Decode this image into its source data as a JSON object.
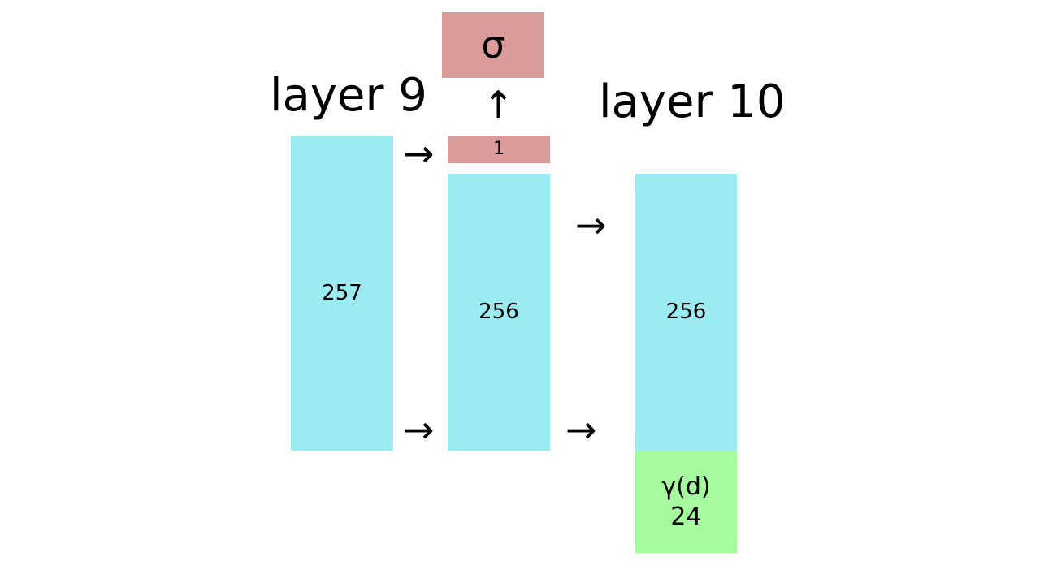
{
  "titles": {
    "layer9": "layer 9",
    "layer10": "layer 10"
  },
  "blocks": {
    "input_layer9": "257",
    "sigma_output": "σ",
    "density_unit": "1",
    "hidden_layer9": "256",
    "hidden_layer10": "256",
    "view_encoding": "γ(d)\n24"
  },
  "arrows": {
    "right": "→",
    "up": "↑"
  },
  "colors": {
    "feature_block": "#9aebf2",
    "density_block": "#d99c9b",
    "direction_block": "#a5fb9d"
  }
}
